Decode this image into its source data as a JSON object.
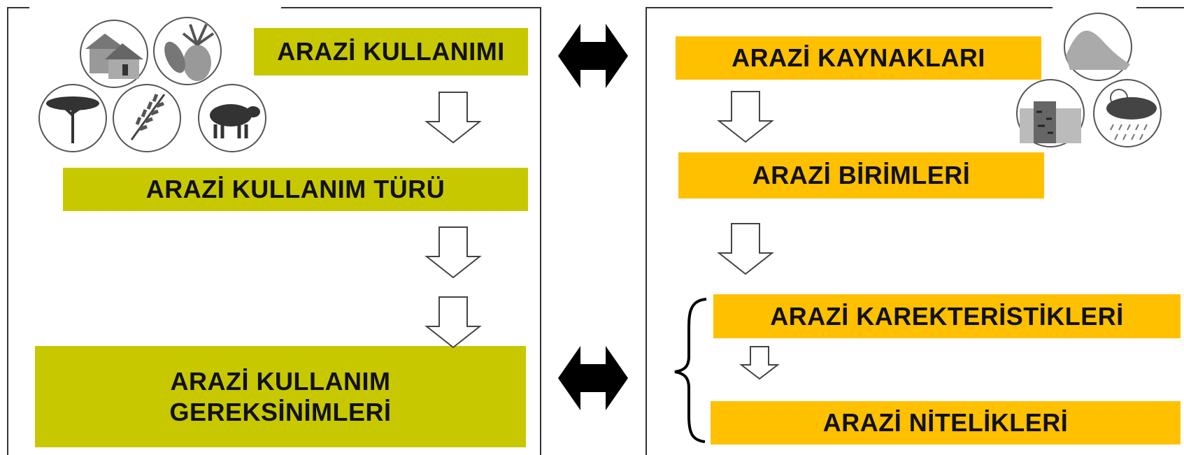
{
  "left": {
    "box1": "ARAZİ KULLANIMI",
    "box2": "ARAZİ KULLANIM  TÜRÜ",
    "box3": "ARAZİ KULLANIM GEREKSİNİMLERİ",
    "icons": [
      "huts-icon",
      "pineapple-fruit-icon",
      "acacia-tree-icon",
      "wheat-icon",
      "cattle-icon"
    ]
  },
  "right": {
    "box1": "ARAZİ KAYNAKLARI",
    "box2": "ARAZİ BİRİMLERİ",
    "box3": "ARAZİ KAREKTERİSTİKLERİ",
    "box4": "ARAZİ NİTELİKLERİ",
    "icons": [
      "slope-terrain-icon",
      "soil-profile-icon",
      "rain-cloud-icon"
    ]
  },
  "colors": {
    "green": "#c8c800",
    "orange": "#ffc000"
  }
}
